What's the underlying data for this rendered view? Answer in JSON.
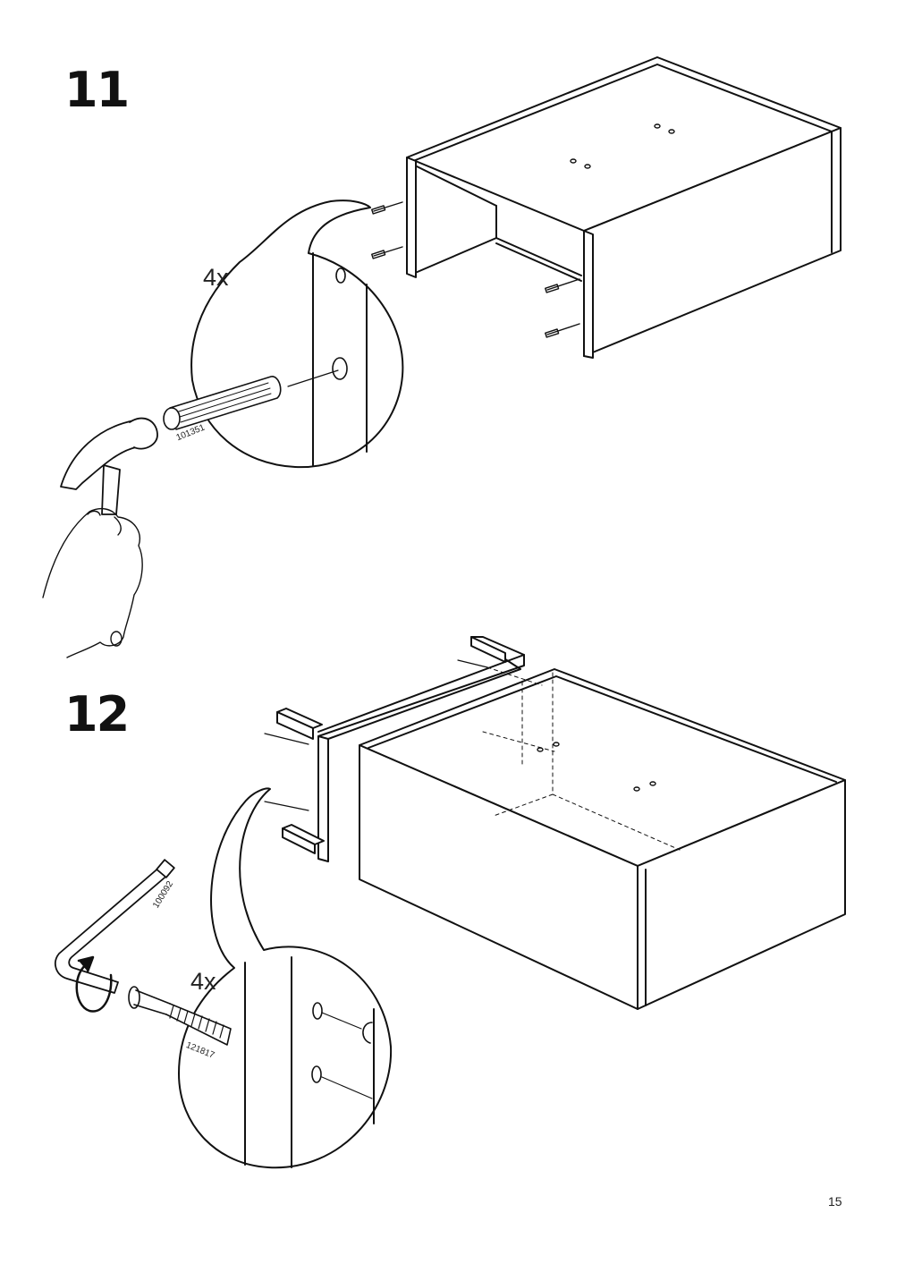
{
  "steps": [
    {
      "number": "11",
      "quantity": "4x",
      "part_numbers": [
        "101351"
      ],
      "icons": [
        "hammer-icon",
        "hand-icon",
        "wooden-dowel-icon",
        "cabinet-carcass"
      ]
    },
    {
      "number": "12",
      "quantity": "4x",
      "part_numbers": [
        "100092",
        "121817"
      ],
      "icons": [
        "allen-key-icon",
        "rotate-arrow-icon",
        "screw-icon",
        "cabinet-carcass",
        "base-frame"
      ]
    }
  ],
  "page_number": "15"
}
